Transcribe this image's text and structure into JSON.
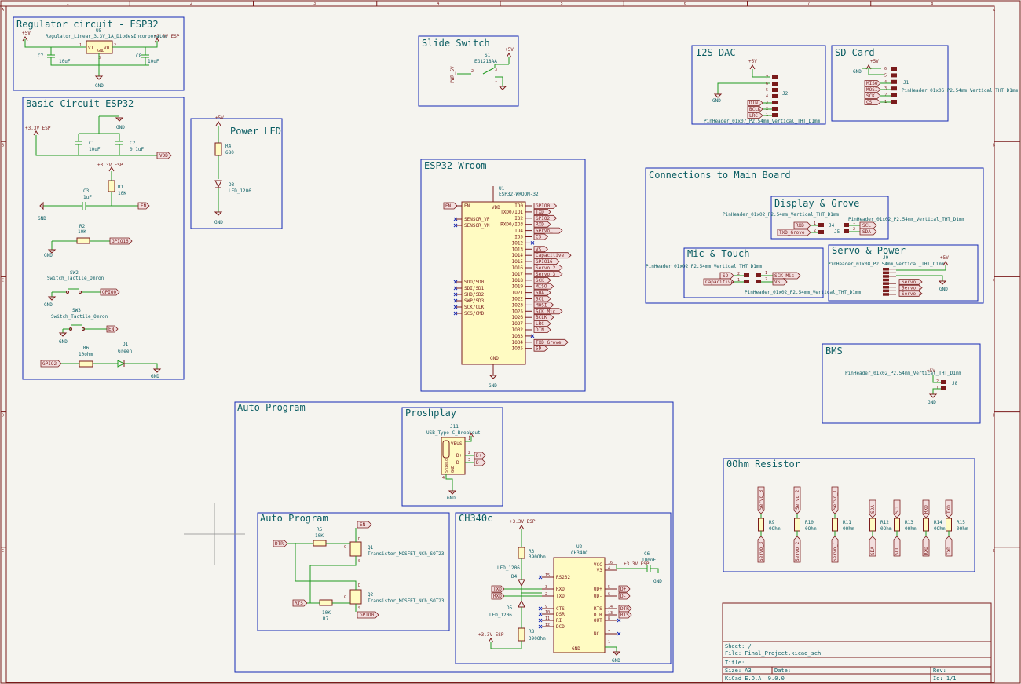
{
  "frame": {
    "cols": [
      "1",
      "2",
      "3",
      "4",
      "5",
      "6",
      "7",
      "8"
    ],
    "rows": [
      "A",
      "B",
      "C",
      "D",
      "E"
    ]
  },
  "sections": {
    "regulator": "Regulator circuit - ESP32",
    "basic": "Basic Circuit ESP32",
    "power_led": "Power LED",
    "slide_switch": "Slide Switch",
    "esp32": "ESP32 Wroom",
    "i2s_dac": "I2S DAC",
    "sd_card": "SD Card",
    "connections": "Connections to Main Board",
    "display_grove": "Display & Grove",
    "mic_touch": "Mic & Touch",
    "servo_power": "Servo & Power",
    "bms": "BMS",
    "auto_program_outer": "Auto Program",
    "proshplay": "Proshplay",
    "auto_program_inner": "Auto Program",
    "ch340c": "CH340c",
    "zero_ohm": "0Ohm Resistor"
  },
  "regulator": {
    "ref": "U5",
    "value": "Regulator_Linear_3.3V_1A_DiodesIncorporated",
    "pin_vi": "VI",
    "pin_vo": "VO",
    "pin_gnd": "GND",
    "pin1": "1",
    "pin2": "2",
    "pin3": "3",
    "in_rail": "+5V",
    "out_rail": "+3.3V ESP",
    "c7_ref": "C7",
    "c7_val": "10uF",
    "c8_ref": "C8",
    "c8_val": "10uF",
    "gnd": "GND"
  },
  "basic": {
    "rail": "+3.3V ESP",
    "gnd": "GND",
    "c1_ref": "C1",
    "c1_val": "10uF",
    "c2_ref": "C2",
    "c2_val": "0.1uF",
    "vdd": "VDD",
    "r1_rail": "+3.3V ESP",
    "r1_ref": "R1",
    "r1_val": "10K",
    "c3_ref": "C3",
    "c3_val": "1uF",
    "en": "EN",
    "r2_ref": "R2",
    "r2_val": "10K",
    "gpio16": "GPIO16",
    "sw2_ref": "SW2",
    "sw2_val": "Switch_Tactile_Omron",
    "gpio0": "GPIO0",
    "sw3_ref": "SW3",
    "sw3_val": "Switch_Tactile_Omron",
    "en2": "EN",
    "r6_ref": "R6",
    "r6_val": "10ohm",
    "d1_ref": "D1",
    "d1_val": "Green",
    "gpio2": "GPIO2"
  },
  "power_led": {
    "rail": "+5V",
    "r4_ref": "R4",
    "r4_val": "680",
    "d3_ref": "D3",
    "d3_val": "LED_1206",
    "gnd": "GND"
  },
  "slide_switch": {
    "ref": "S1",
    "value": "EG1218AA",
    "pwr": "PWR_5V",
    "rail": "+5V",
    "p1": "1",
    "p2": "2",
    "p3": "3"
  },
  "esp32": {
    "ref": "U1",
    "value": "ESP32-WROOM-32",
    "vdd": "VDD",
    "gnd": "GND",
    "left_pins": [
      "EN",
      "SENSOR_VP",
      "SENSOR_VN",
      "SDO/SD0",
      "SDI/SD1",
      "SHD/SD2",
      "SWP/SD3",
      "SCK/CLK",
      "SCS/CMD"
    ],
    "right_pins": [
      "IO0",
      "TXD0/IO1",
      "IO2",
      "RXD0/IO3",
      "IO4",
      "IO5",
      "IO12",
      "IO13",
      "IO14",
      "IO15",
      "IO16",
      "IO17",
      "IO18",
      "IO19",
      "IO21",
      "IO22",
      "IO23",
      "IO25",
      "IO26",
      "IO27",
      "IO32",
      "IO33",
      "IO34",
      "IO35"
    ],
    "right_nets": [
      "GPIO0",
      "TXD",
      "GPIO2",
      "RXD",
      "Servo_1",
      "CS",
      "",
      "VS",
      "Capacitive",
      "GPIO16",
      "Servo_2",
      "Servo_3",
      "SCK",
      "MISO",
      "SDA",
      "SCL",
      "MOSI",
      "SCK_Mic",
      "BCLK",
      "LRC",
      "DIN",
      "",
      "TXD_Grove",
      "SD"
    ],
    "en_net": "EN"
  },
  "i2s_dac": {
    "rail": "+5V",
    "gnd": "GND",
    "ref": "J2",
    "value": "PinHeader_01x07_P2.54mm_Vertical_THT_D1mm",
    "nets": [
      "DIN",
      "BCLK",
      "LRC"
    ],
    "pins": [
      "7",
      "6",
      "5",
      "4",
      "3",
      "2",
      "1"
    ]
  },
  "sd_card": {
    "rail": "+5V",
    "gnd": "GND",
    "ref": "J1",
    "value": "PinHeader_01x06_P2.54mm_Vertical_THT_D1mm",
    "nets": [
      "MISO",
      "MOSI",
      "SCK",
      "CS"
    ],
    "pins": [
      "6",
      "5",
      "4",
      "3",
      "2",
      "1"
    ]
  },
  "display_grove": {
    "j4_value": "PinHeader_01x02_P2.54mm_Vertical_THT_D1mm",
    "j4_ref": "J4",
    "j4_nets": [
      "RXD",
      "TXD_Grove"
    ],
    "j5_value": "PinHeader_01x02_P2.54mm_Vertical_THT_D1mm",
    "j5_ref": "J5",
    "j5_nets": [
      "SCL",
      "SDA"
    ],
    "p1": "1",
    "p2": "2"
  },
  "mic_touch": {
    "left_value": "PinHeader_01x02_P2.54mm_Vertical_THT_D1mm",
    "left_nets": [
      "SD",
      "Capacitive"
    ],
    "right_value": "PinHeader_01x02_P2.54mm_Vertical_THT_D1mm",
    "right_nets": [
      "SCK_Mic",
      "VS"
    ],
    "p1": "1",
    "p2": "2"
  },
  "servo_power": {
    "value": "PinHeader_01x08_P2.54mm_Vertical_THT_D1mm",
    "ref": "J9",
    "rail": "+5V",
    "gnd": "GND",
    "nets": [
      "Servo_1",
      "Servo_2",
      "Servo_3"
    ]
  },
  "bms": {
    "value": "PinHeader_01x02_P2.54mm_Vertical_THT_D1mm",
    "rail": "+5V",
    "ref": "J8",
    "gnd": "GND",
    "p1": "1",
    "p2": "2"
  },
  "proshplay": {
    "ref": "J11",
    "value": "USB_Type-C_Breakout",
    "vbus": "VBUS",
    "dp": "D+",
    "dm": "D-",
    "shield": "Shield",
    "gnd_pin": "GND",
    "net_dp": "D+",
    "net_dm": "D-",
    "gnd": "GND",
    "p1": "1",
    "p2": "2",
    "p3": "3",
    "p4": "4"
  },
  "auto_program": {
    "dtr": "DTR",
    "rts": "RTS",
    "en": "EN",
    "gpio0": "GPIO0",
    "r5_ref": "R5",
    "r5_val": "10K",
    "r7_ref": "R7",
    "r7_val": "10K",
    "q1_ref": "Q1",
    "q1_val": "Transistor_MOSFET_NCh_SOT23",
    "q2_ref": "Q2",
    "q2_val": "Transistor_MOSFET_NCh_SOT23",
    "g": "G",
    "d": "D",
    "s": "S"
  },
  "ch340": {
    "rail_top": "+3.3V ESP",
    "r3_ref": "R3",
    "r3_val": "390Ohm",
    "d4_ref": "D4",
    "d4_val": "LED_1206",
    "d5_ref": "D5",
    "d5_val": "LED_1206",
    "rail_bottom": "+3.3V ESP",
    "r8_ref": "R8",
    "r8_val": "390Ohm",
    "txd": "TXD",
    "rxd": "RXD",
    "u2_ref": "U2",
    "u2_val": "CH340C",
    "left_pins": [
      "RS232",
      "RXD",
      "TXD",
      "CTS",
      "DSR",
      "RI",
      "DCD"
    ],
    "left_nums": [
      "15",
      "3",
      "2",
      "9",
      "10",
      "11",
      "12"
    ],
    "right_pins": [
      "VCC",
      "V3",
      "UD+",
      "UD-",
      "RTS",
      "DTR",
      "OUT",
      "NC."
    ],
    "right_nums": [
      "16",
      "4",
      "5",
      "6",
      "14",
      "13",
      "8",
      "7"
    ],
    "gnd_pin": "GND",
    "gnd_num": "1",
    "c6_ref": "C6",
    "c6_val": "100nF",
    "vcc_rail": "+3.3V ESP",
    "net_dp": "D+",
    "net_dm": "D-",
    "net_dtr": "DTR",
    "net_rts": "RTS",
    "gnd": "GND",
    "gnd2": "GND"
  },
  "zero_ohm": {
    "resistors": [
      {
        "ref": "R9",
        "val": "0Ohm",
        "top": "Servo_3",
        "bottom": "Servo_3"
      },
      {
        "ref": "R10",
        "val": "0Ohm",
        "top": "Servo_2",
        "bottom": "Servo_2"
      },
      {
        "ref": "R11",
        "val": "0Ohm",
        "top": "Servo_1",
        "bottom": "Servo_1"
      },
      {
        "ref": "R12",
        "val": "0Ohm",
        "top": "SDA",
        "bottom": "SDA"
      },
      {
        "ref": "R13",
        "val": "0Ohm",
        "top": "SCL",
        "bottom": "SCL"
      },
      {
        "ref": "R14",
        "val": "0Ohm",
        "top": "RXD",
        "bottom": "RXD"
      },
      {
        "ref": "R15",
        "val": "0Ohm",
        "top": "TXD",
        "bottom": "TXD"
      }
    ]
  },
  "title_block": {
    "sheet": "Sheet: /",
    "file": "File: Final_Project.kicad_sch",
    "title": "Title:",
    "size": "Size: A3",
    "date": "Date:",
    "rev": "Rev:",
    "tool": "KiCad E.D.A. 9.0.0",
    "id": "Id: 1/1"
  },
  "colors": {
    "frame": "#7a1b1b",
    "wire": "#1f9a1f",
    "body": "#7a1b1b",
    "fill": "#fffbc2",
    "label_fill": "#f2dede",
    "text": "#0b5d63",
    "sheet": "#f5f4ef",
    "blue": "#1428b4"
  }
}
